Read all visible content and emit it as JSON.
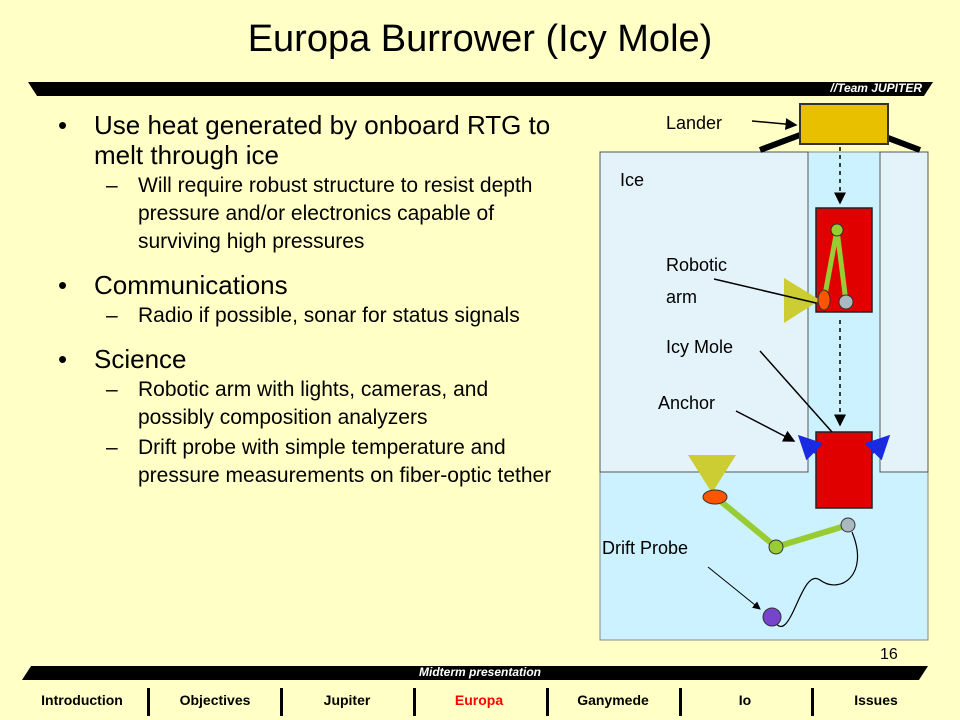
{
  "header": {
    "title": "Europa Burrower (Icy Mole)",
    "team": "//Team JUPITER"
  },
  "bullets": [
    {
      "text": "Use heat generated by onboard RTG to melt through ice",
      "subs": [
        "Will require robust structure to resist depth pressure and/or electronics capable of surviving high pressures"
      ]
    },
    {
      "text": "Communications",
      "subs": [
        "Radio if possible, sonar for status signals"
      ]
    },
    {
      "text": "Science",
      "subs": [
        "Robotic arm with lights, cameras, and possibly composition analyzers",
        "Drift probe with simple temperature and pressure measurements on fiber-optic tether"
      ]
    }
  ],
  "diagram": {
    "lander": "Lander",
    "ice": "Ice",
    "robotic_arm_1": "Robotic",
    "robotic_arm_2": "arm",
    "icy_mole": "Icy Mole",
    "anchor": "Anchor",
    "drift_probe": "Drift Probe",
    "colors": {
      "ice": "#e4f2fa",
      "water": "#ccf2ff",
      "mole": "#e00000",
      "lander": "#e8c000",
      "arm": "#99cc33",
      "probe": "#7744cc"
    }
  },
  "footer": {
    "midterm": "Midterm presentation",
    "page": "16",
    "nav": [
      "Introduction",
      "Objectives",
      "Jupiter",
      "Europa",
      "Ganymede",
      "Io",
      "Issues"
    ],
    "active": "Europa",
    "active_color": "#ff0000"
  }
}
